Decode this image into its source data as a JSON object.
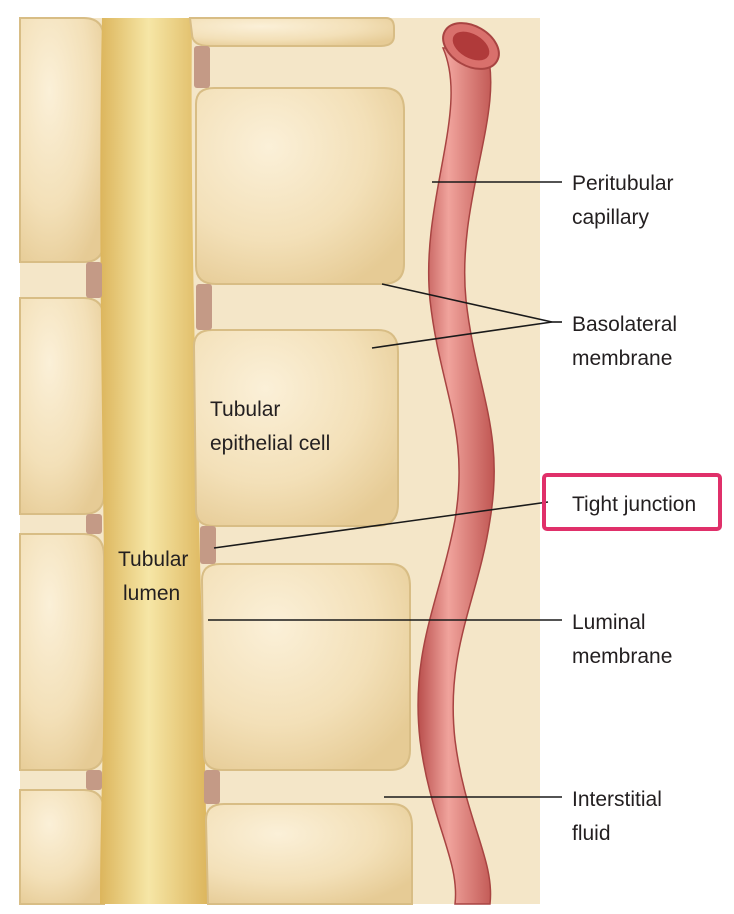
{
  "labels": {
    "peritubular_capillary": [
      "Peritubular",
      "capillary"
    ],
    "basolateral_membrane": [
      "Basolateral",
      "membrane"
    ],
    "tight_junction": "Tight junction",
    "luminal_membrane": [
      "Luminal",
      "membrane"
    ],
    "interstitial_fluid": [
      "Interstitial",
      "fluid"
    ],
    "tubular_epithelial_cell": [
      "Tubular",
      "epithelial cell"
    ],
    "tubular_lumen": [
      "Tubular",
      "lumen"
    ]
  },
  "highlight": {
    "target": "tight_junction",
    "color": "#e0306a"
  },
  "colors": {
    "interstitium": "#f4e6c8",
    "cell": "#f0dcb0",
    "cell_edge": "#d8bd85",
    "lumen": "#eed27a",
    "junction": "#c49a86",
    "capillary": "#d9706c",
    "capillary_dark": "#b04646"
  }
}
